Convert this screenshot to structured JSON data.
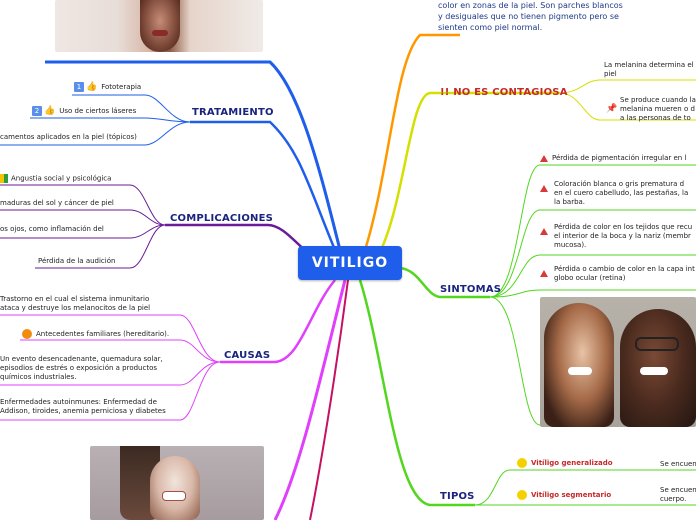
{
  "central": {
    "label": "VITILIGO"
  },
  "top_text": {
    "line1": "color en zonas de la piel. Son parches blancos",
    "line2": "y desiguales que no tienen pigmento pero se",
    "line3": "sienten como piel normal."
  },
  "tratamiento": {
    "label": "TRATAMIENTO",
    "items": [
      {
        "badge": "1",
        "text": "Fototerapia"
      },
      {
        "badge": "2",
        "text": "Uso de ciertos láseres"
      },
      {
        "text": "camentos aplicados en la piel (tópicos)"
      }
    ]
  },
  "complicaciones": {
    "label": "COMPLICACIONES",
    "items": [
      {
        "text": "Angustia social y psicológica"
      },
      {
        "text": "maduras del sol y cáncer de piel"
      },
      {
        "text": "os ojos, como inflamación del"
      },
      {
        "text": "Pérdida de la audición"
      }
    ]
  },
  "causas": {
    "label": "CAUSAS",
    "items": [
      {
        "line1": "Trastorno en el cual el sistema inmunitario",
        "line2": "ataca y destruye los melanocitos de la piel"
      },
      {
        "line1": "Antecedentes familiares (hereditario)."
      },
      {
        "line1": "Un evento desencadenante, quemadura solar,",
        "line2": "episodios de estrés o exposición a productos",
        "line3": "químicos industriales."
      },
      {
        "line1": "Enfermedades autoinmunes: Enfermedad de",
        "line2": "Addison, tiroides, anemia perniciosa y diabetes"
      }
    ]
  },
  "no_contagiosa": {
    "label": "!! NO ES CONTAGIOSA",
    "items": [
      {
        "line1": "La melanina determina el",
        "line2": "piel"
      },
      {
        "line1": "Se produce cuando la",
        "line2": "melanina mueren o d",
        "line3": "a las personas de to"
      }
    ]
  },
  "sintomas": {
    "label": "SINTOMAS",
    "items": [
      {
        "line1": "Pérdida de pigmentación irregular en l"
      },
      {
        "line1": "Coloración blanca o gris prematura d",
        "line2": "en el cuero cabelludo, las pestañas, la",
        "line3": "la barba."
      },
      {
        "line1": "Pérdida de color en los tejidos que recu",
        "line2": "el interior de la boca y la nariz (membr",
        "line3": "mucosa)."
      },
      {
        "line1": "Pérdida o cambio de color en la capa int",
        "line2": "globo ocular (retina)"
      }
    ]
  },
  "tipos": {
    "label": "TIPOS",
    "items": [
      {
        "name": "Vitíligo generalizado",
        "desc": "Se encuen"
      },
      {
        "name": "Vitíligo segmentario",
        "desc1": "Se encuen",
        "desc2": "cuerpo."
      }
    ]
  },
  "colors": {
    "blue": "#1e5eea",
    "orange": "#ff9800",
    "yellow": "#d4e000",
    "green": "#52d61f",
    "magenta": "#e040fb",
    "purple": "#6a1b9a"
  }
}
